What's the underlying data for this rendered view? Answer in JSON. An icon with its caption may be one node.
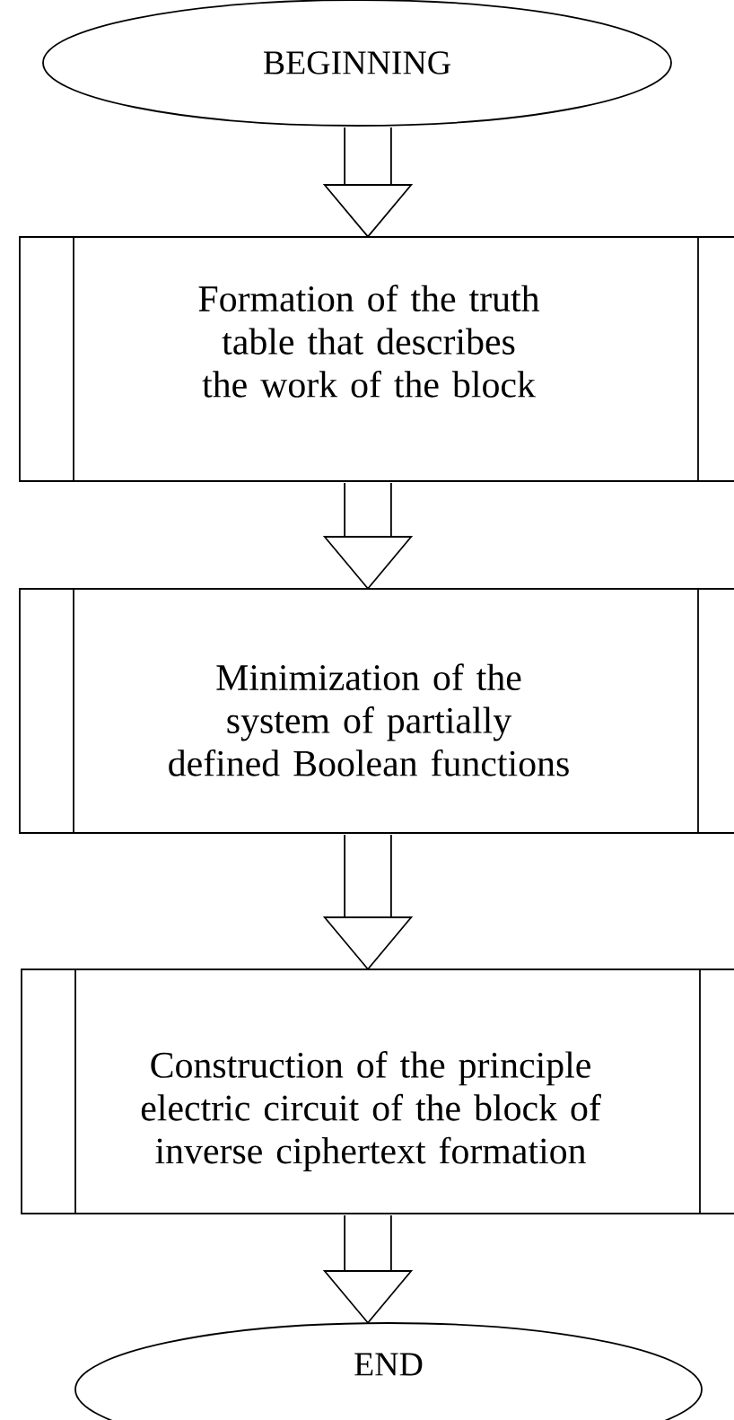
{
  "diagram": {
    "nodes": [
      {
        "text": [
          "BEGINNING"
        ]
      },
      {
        "text": [
          "Formation of the truth table that describes the work of the block"
        ]
      },
      {
        "text": [
          "Minimization of the system of partially defined Boolean functions"
        ]
      },
      {
        "text": [
          "Construction of the principle electric circuit of the block of inverse ciphertext formation"
        ]
      },
      {
        "text": [
          "END"
        ]
      }
    ],
    "edges": [
      {
        "from": 0,
        "to": 1,
        "arrow": "to"
      },
      {
        "from": 1,
        "to": 2,
        "arrow": "to"
      },
      {
        "from": 2,
        "to": 3,
        "arrow": "to"
      },
      {
        "from": 3,
        "to": 4,
        "arrow": "to"
      }
    ]
  }
}
